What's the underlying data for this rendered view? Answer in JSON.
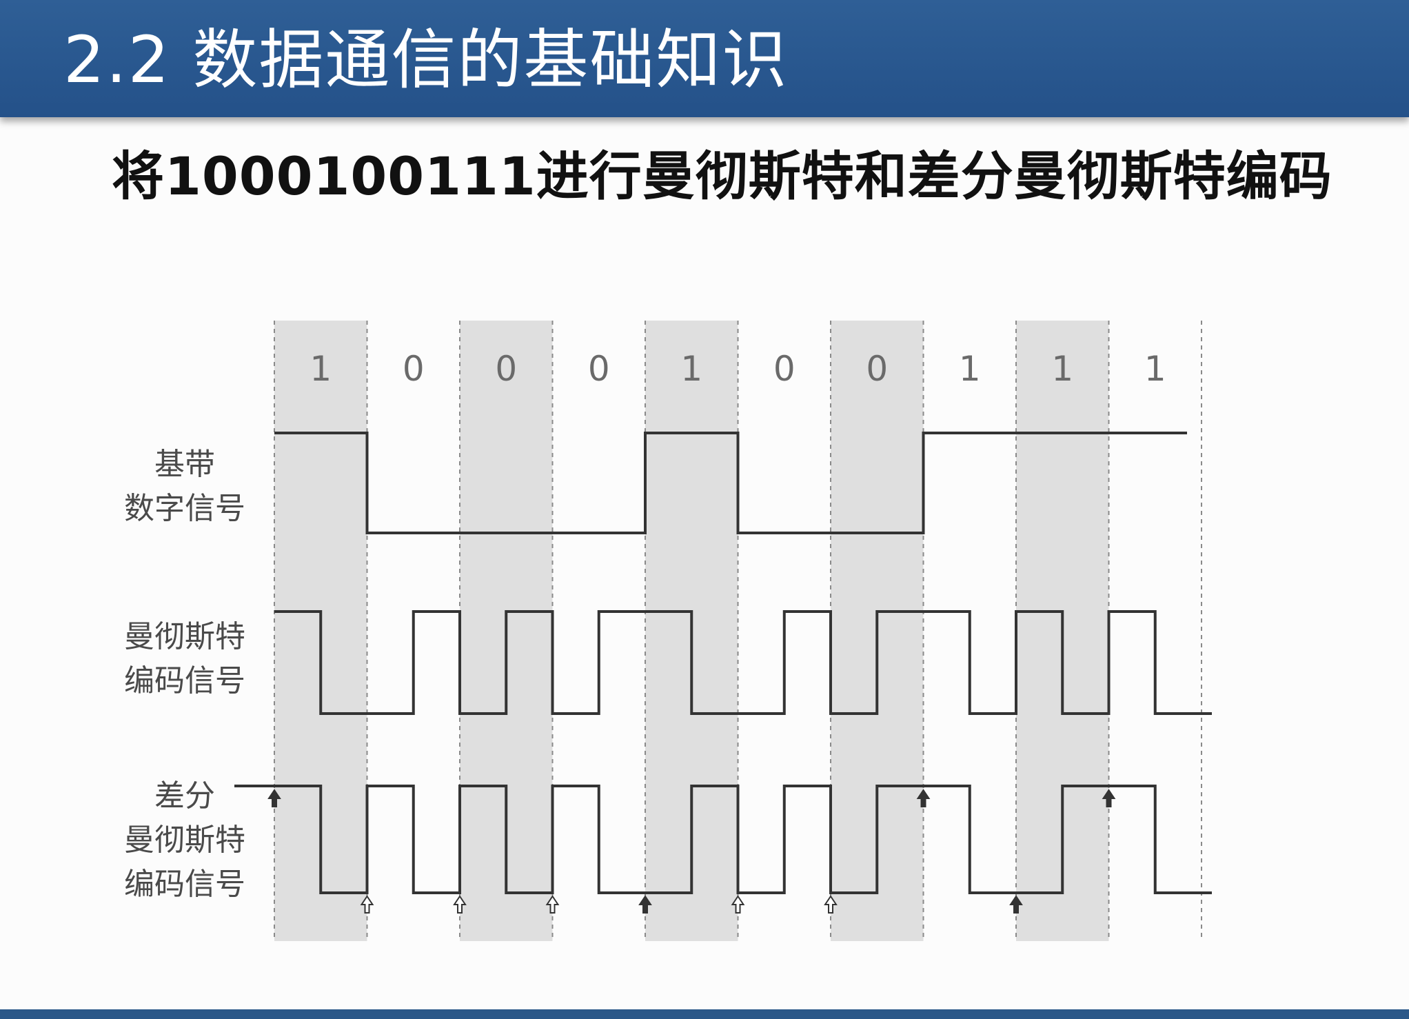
{
  "slide": {
    "title": "2.2 数据通信的基础知识",
    "subtitle": "将1000100111进行曼彻斯特和差分曼彻斯特编码"
  },
  "diagram": {
    "bits": [
      "1",
      "0",
      "0",
      "0",
      "1",
      "0",
      "0",
      "1",
      "1",
      "1"
    ],
    "rows": [
      {
        "id": "baseband",
        "lines": [
          "基带",
          "数字信号"
        ]
      },
      {
        "id": "manchester",
        "lines": [
          "曼彻斯特",
          "编码信号"
        ]
      },
      {
        "id": "diff-manchester",
        "lines": [
          "差分",
          "曼彻斯特",
          "编码信号"
        ]
      }
    ],
    "diff_arrows": {
      "filled_up": [
        0,
        7,
        9
      ],
      "hollow_up_at_bottom": [
        1,
        2,
        3,
        5,
        6
      ],
      "filled_up_at_bottom": [
        4,
        8
      ]
    },
    "colors": {
      "header": "#2a5a90",
      "shade": "#d9d9d9",
      "signal": "#333333"
    }
  }
}
